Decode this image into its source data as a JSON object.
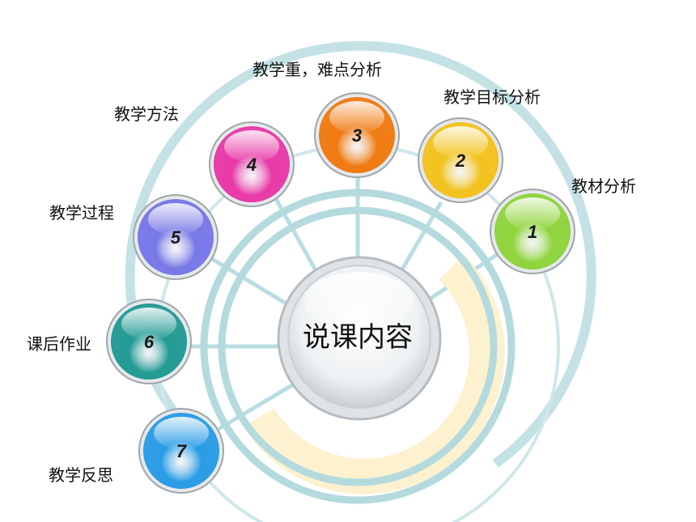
{
  "center": {
    "label": "说课内容"
  },
  "nodes": [
    {
      "number": "1",
      "label": "教材分析",
      "color": "#8fd43c"
    },
    {
      "number": "2",
      "label": "教学目标分析",
      "color": "#f2c21d"
    },
    {
      "number": "3",
      "label": "教学重，难点分析",
      "color": "#f07a12"
    },
    {
      "number": "4",
      "label": "教学方法",
      "color": "#e83aa8"
    },
    {
      "number": "5",
      "label": "教学过程",
      "color": "#7878e8"
    },
    {
      "number": "6",
      "label": "课后作业",
      "color": "#239a94"
    },
    {
      "number": "7",
      "label": "教学反思",
      "color": "#2a9ce6"
    }
  ],
  "colors": {
    "ring": "#b9dde2",
    "highlight_band": "#fdf1cf"
  }
}
